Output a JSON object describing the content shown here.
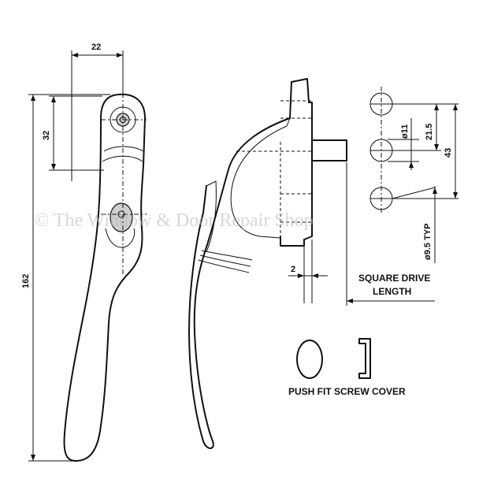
{
  "dimensions": {
    "width_top": "22",
    "hole_spacing": "32",
    "overall_length": "162",
    "offset": "2",
    "hole_diameter": "ø11",
    "centre_pitch": "21.5",
    "overall_pitch": "43",
    "fixing_diameter": "ø9.5 TYP"
  },
  "notes": {
    "square_drive_line1": "SQUARE DRIVE",
    "square_drive_line2": "LENGTH",
    "screw_cover": "PUSH FIT SCREW COVER"
  },
  "watermark": "© The Window & Door Repair Shop",
  "colors": {
    "ink": "#111111",
    "watermark": "#b8b8b8"
  }
}
